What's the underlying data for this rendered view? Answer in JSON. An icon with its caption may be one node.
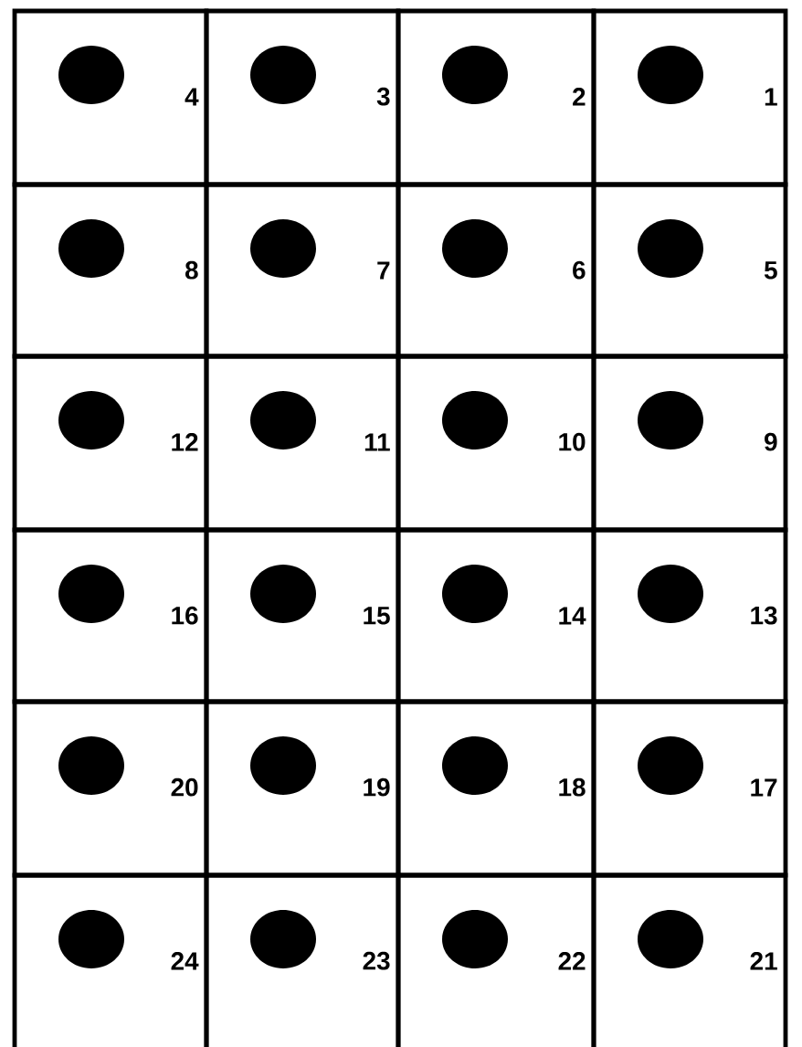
{
  "diagram": {
    "nodes": [
      {
        "text": [
          "4"
        ]
      },
      {
        "text": [
          "3"
        ]
      },
      {
        "text": [
          "2"
        ]
      },
      {
        "text": [
          "1"
        ]
      },
      {
        "text": [
          "8"
        ]
      },
      {
        "text": [
          "7"
        ]
      },
      {
        "text": [
          "6"
        ]
      },
      {
        "text": [
          "5"
        ]
      },
      {
        "text": [
          "12"
        ]
      },
      {
        "text": [
          "11"
        ]
      },
      {
        "text": [
          "10"
        ]
      },
      {
        "text": [
          "9"
        ]
      },
      {
        "text": [
          "16"
        ]
      },
      {
        "text": [
          "15"
        ]
      },
      {
        "text": [
          "14"
        ]
      },
      {
        "text": [
          "13"
        ]
      },
      {
        "text": [
          "20"
        ]
      },
      {
        "text": [
          "19"
        ]
      },
      {
        "text": [
          "18"
        ]
      },
      {
        "text": [
          "17"
        ]
      },
      {
        "text": [
          "24"
        ]
      },
      {
        "text": [
          "23"
        ]
      },
      {
        "text": [
          "22"
        ]
      },
      {
        "text": [
          "21"
        ]
      }
    ]
  }
}
